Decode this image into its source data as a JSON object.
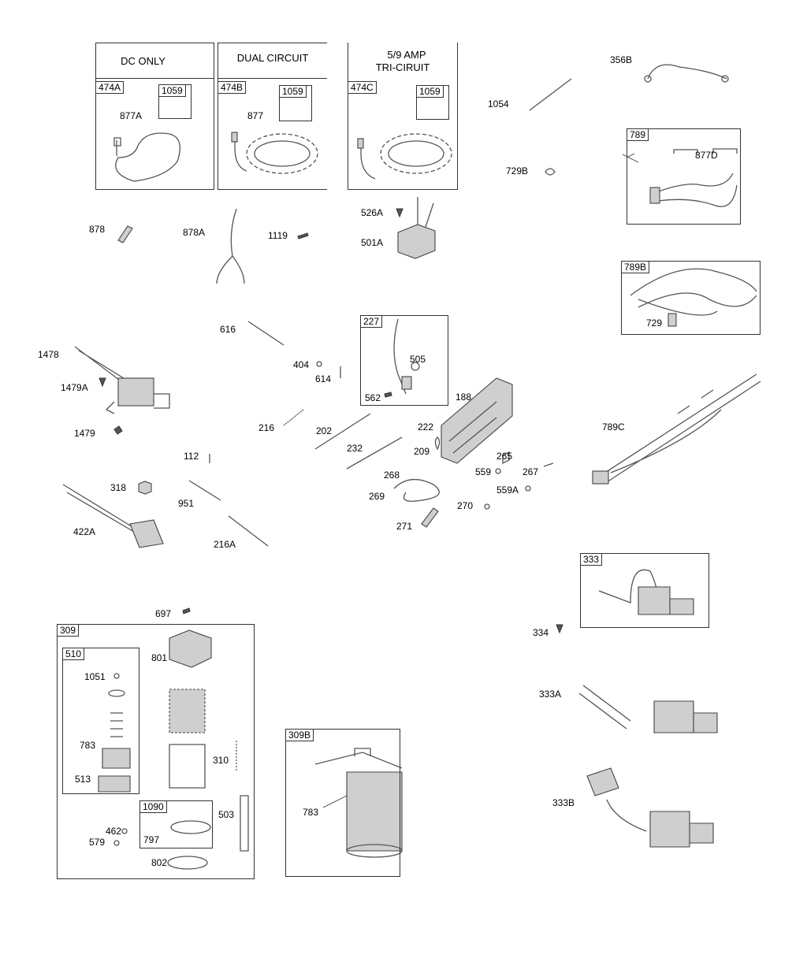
{
  "kits": {
    "dc_only": {
      "header": "DC ONLY",
      "kit_tag": "474A",
      "sub_tag": "1059",
      "part": "877A"
    },
    "dual_circuit": {
      "header": "DUAL CIRCUIT",
      "kit_tag": "474B",
      "sub_tag": "1059",
      "part": "877"
    },
    "tri_circuit": {
      "header_line1": "5/9   AMP",
      "header_line2": "TRI-CIRUIT",
      "kit_tag": "474C",
      "sub_tag": "1059"
    }
  },
  "boxes": {
    "b789": {
      "tag": "789",
      "part": "877D"
    },
    "b789B": {
      "tag": "789B",
      "part": "729"
    },
    "b227": {
      "tag": "227",
      "parts": [
        "505",
        "562"
      ]
    },
    "b333": {
      "tag": "333"
    },
    "b309": {
      "tag": "309"
    },
    "b510": {
      "tag": "510",
      "parts": [
        "1051",
        "783",
        "513"
      ]
    },
    "b1090": {
      "tag": "1090",
      "part": "797"
    },
    "b309B": {
      "tag": "309B",
      "part": "783"
    }
  },
  "labels": {
    "l1054": "1054",
    "l356B": "356B",
    "l729B": "729B",
    "l878": "878",
    "l878A": "878A",
    "l1119": "1119",
    "l526A": "526A",
    "l501A": "501A",
    "l616": "616",
    "l404": "404",
    "l614": "614",
    "l1478": "1478",
    "l1479A": "1479A",
    "l1479": "1479",
    "l188": "188",
    "l216": "216",
    "l202": "202",
    "l222": "222",
    "l232": "232",
    "l209": "209",
    "l265": "265",
    "l559": "559",
    "l267": "267",
    "l559A": "559A",
    "l268": "268",
    "l269": "269",
    "l270": "270",
    "l271": "271",
    "l789C": "789C",
    "l112": "112",
    "l318": "318",
    "l951": "951",
    "l422A": "422A",
    "l216A": "216A",
    "l697": "697",
    "l334": "334",
    "l333A": "333A",
    "l333B": "333B",
    "l801": "801",
    "l310": "310",
    "l503": "503",
    "l462": "462",
    "l579": "579",
    "l802": "802"
  }
}
